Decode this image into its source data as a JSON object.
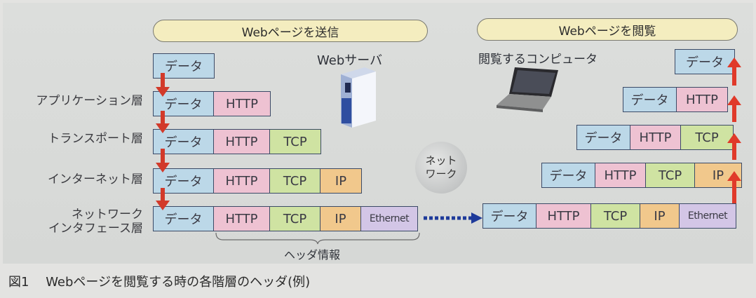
{
  "pills": {
    "send": "Webページを送信",
    "view": "Webページを閲覧"
  },
  "server_label": "Webサーバ",
  "computer_label": "閲覧するコンピュータ",
  "network_cloud": "ネット\nワーク",
  "layers": {
    "application": "アプリケーション層",
    "transport": "トランスポート層",
    "internet": "インターネット層",
    "link_line1": "ネットワーク",
    "link_line2": "インタフェース層"
  },
  "cells": {
    "data": "データ",
    "http": "HTTP",
    "tcp": "TCP",
    "ip": "IP",
    "eth": "Ethernet"
  },
  "header_info": "ヘッダ情報",
  "figure_caption": {
    "number": "図1",
    "text": "Webページを閲覧する時の各階層のヘッダ(例)"
  },
  "colors": {
    "data": "#bcd8e8",
    "http": "#eec2d2",
    "tcp": "#cfe3a2",
    "ip": "#f1c88c",
    "ethernet": "#d3c6e6",
    "arrow_down": "#d23a2a",
    "arrow_up": "#e03a2a",
    "network_arrow": "#1e3a9a",
    "pill": "#f4edbf"
  }
}
